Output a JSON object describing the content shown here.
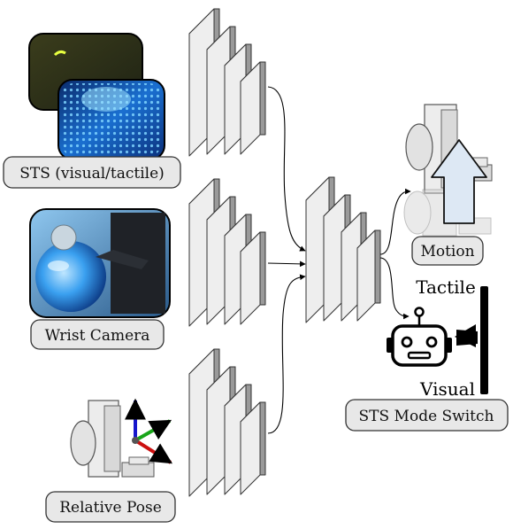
{
  "inputs": {
    "sts": {
      "label": "STS (visual/tactile)"
    },
    "wrist_camera": {
      "label": "Wrist Camera"
    },
    "relative_pose": {
      "label": "Relative Pose"
    }
  },
  "outputs": {
    "motion": {
      "label": "Motion"
    },
    "mode_switch": {
      "label": "STS Mode Switch",
      "tactile_label": "Tactile",
      "visual_label": "Visual"
    }
  },
  "colors": {
    "block_front": "#eeeeee",
    "block_side": "#9a9a9a",
    "block_top": "#d6d6d6",
    "label_fill": "#e8e8e8",
    "arrow_up": "#dde8f4",
    "axis_z": "#1515cc",
    "axis_y": "#19a519",
    "axis_x": "#cc1010"
  },
  "icons": [
    "sensor-image-icon",
    "camera-image-icon",
    "robot-gripper-icon",
    "axis-frame-icon",
    "robot-face-icon",
    "up-arrow-icon"
  ]
}
